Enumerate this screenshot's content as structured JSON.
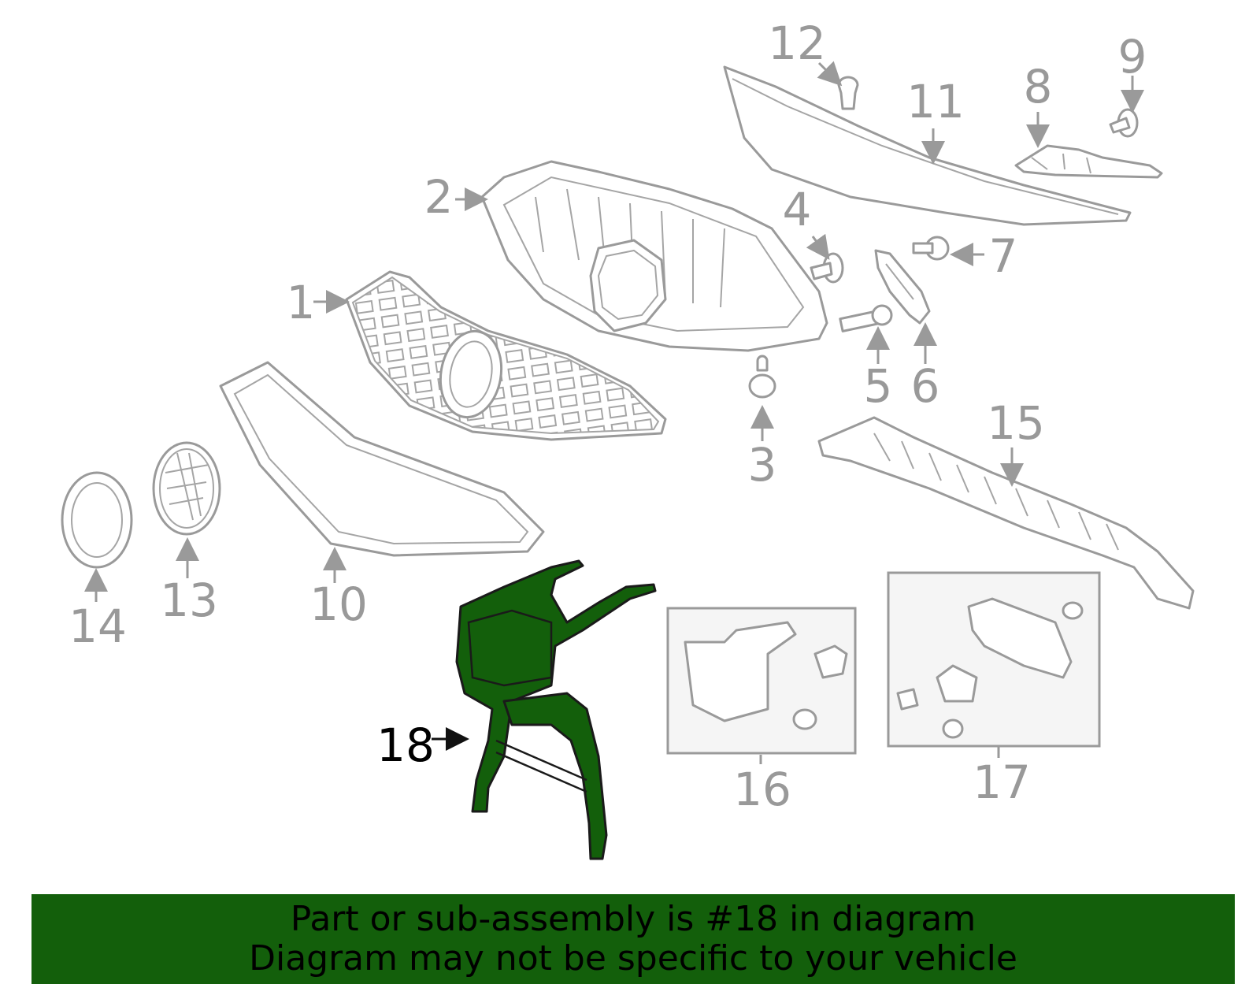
{
  "colors": {
    "highlight": "#135f0b",
    "part_outline": "#9a9a9a",
    "banner": "#135f0b"
  },
  "callouts": [
    {
      "id": "1",
      "label": "1"
    },
    {
      "id": "2",
      "label": "2"
    },
    {
      "id": "3",
      "label": "3"
    },
    {
      "id": "4",
      "label": "4"
    },
    {
      "id": "5",
      "label": "5"
    },
    {
      "id": "6",
      "label": "6"
    },
    {
      "id": "7",
      "label": "7"
    },
    {
      "id": "8",
      "label": "8"
    },
    {
      "id": "9",
      "label": "9"
    },
    {
      "id": "10",
      "label": "10"
    },
    {
      "id": "11",
      "label": "11"
    },
    {
      "id": "12",
      "label": "12"
    },
    {
      "id": "13",
      "label": "13"
    },
    {
      "id": "14",
      "label": "14"
    },
    {
      "id": "15",
      "label": "15"
    },
    {
      "id": "16",
      "label": "16"
    },
    {
      "id": "17",
      "label": "17"
    },
    {
      "id": "18",
      "label": "18",
      "highlighted": true
    }
  ],
  "labels": {
    "c1": "1",
    "c2": "2",
    "c3": "3",
    "c4": "4",
    "c5": "5",
    "c6": "6",
    "c7": "7",
    "c8": "8",
    "c9": "9",
    "c10": "10",
    "c11": "11",
    "c12": "12",
    "c13": "13",
    "c14": "14",
    "c15": "15",
    "c16": "16",
    "c17": "17",
    "c18": "18"
  },
  "banner": {
    "line1": "Part or sub-assembly is #18 in diagram",
    "line2": "Diagram may not be specific to your vehicle"
  }
}
